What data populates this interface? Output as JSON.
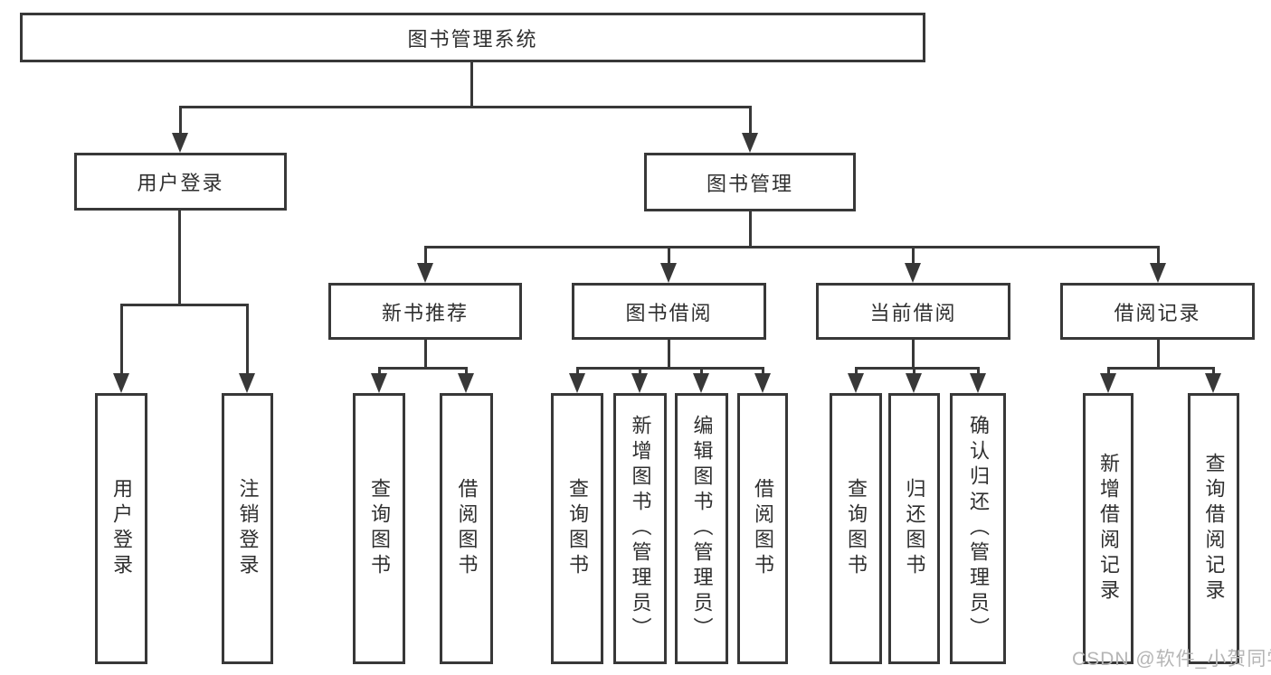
{
  "title": "图书管理系统",
  "nodes": {
    "root": "图书管理系统",
    "user_login": "用户登录",
    "book_management": "图书管理",
    "new_book_recommend": "新书推荐",
    "book_borrow": "图书借阅",
    "current_borrow": "当前借阅",
    "borrow_record": "借阅记录",
    "leaves": {
      "user_login": [
        "用户登录",
        "注销登录"
      ],
      "new_book_recommend": [
        "查询图书",
        "借阅图书"
      ],
      "book_borrow": [
        "查询图书",
        "新增图书（管理员）",
        "编辑图书（管理员）",
        "借阅图书"
      ],
      "current_borrow": [
        "查询图书",
        "归还图书",
        "确认归还（管理员）"
      ],
      "borrow_record": [
        "新增借阅记录",
        "查询借阅记录"
      ]
    }
  },
  "watermark": "CSDN @软件_小贺同学",
  "colors": {
    "line": "#383838",
    "text": "#2f2f2f",
    "background": "#ffffff",
    "watermark": "#b5b5b5"
  }
}
